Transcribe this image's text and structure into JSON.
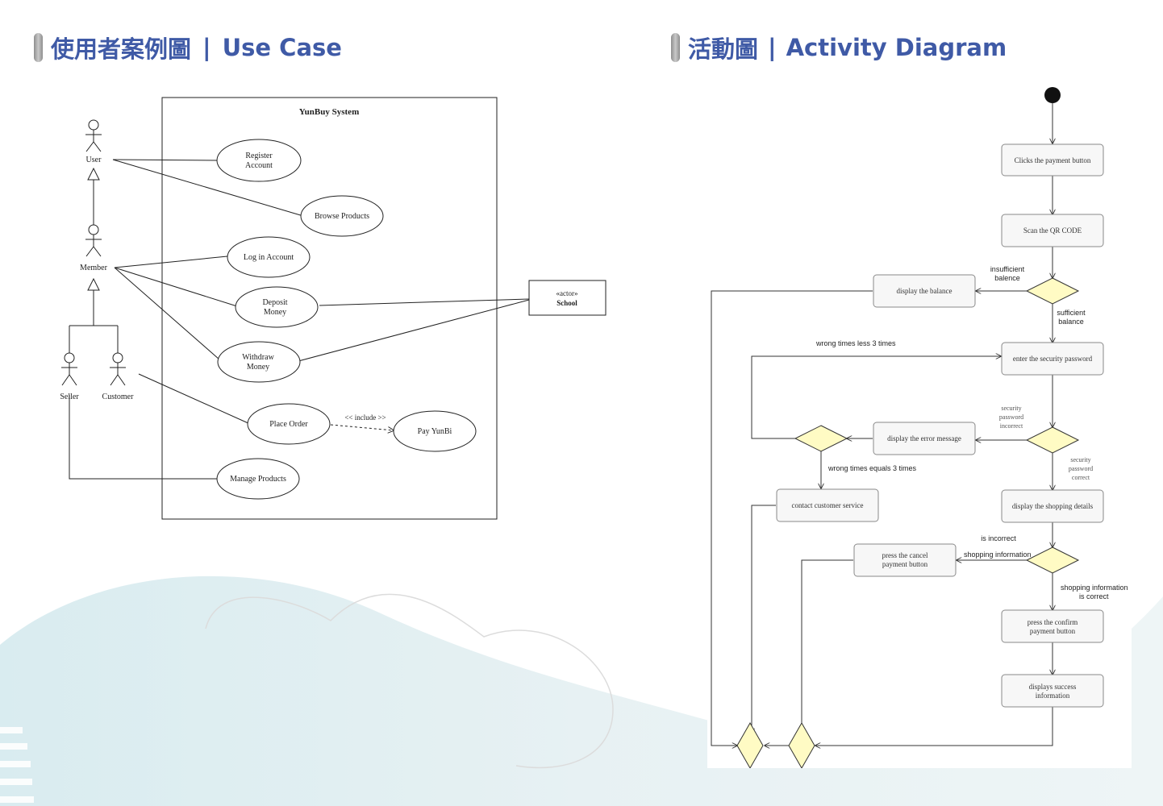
{
  "use_case": {
    "heading_cn": "使用者案例圖",
    "heading_sep": "|",
    "heading_en": "Use Case",
    "system_title": "YunBuy System",
    "actors": {
      "user": "User",
      "member": "Member",
      "seller": "Seller",
      "customer": "Customer",
      "school_stereotype": "«actor»",
      "school": "School"
    },
    "use_cases": {
      "register_l1": "Register",
      "register_l2": "Account",
      "browse": "Browse Products",
      "login": "Log in Account",
      "deposit_l1": "Deposit",
      "deposit_l2": "Money",
      "withdraw_l1": "Withdraw",
      "withdraw_l2": "Money",
      "place_order": "Place Order",
      "pay": "Pay YunBi",
      "manage": "Manage Products"
    },
    "include_label": "<< include >>"
  },
  "activity": {
    "heading_cn": "活動圖",
    "heading_sep": "|",
    "heading_en": "Activity Diagram",
    "nodes": {
      "clicks_payment": "Clicks the payment button",
      "scan_qr": "Scan the QR CODE",
      "display_balance": "display the balance",
      "enter_password": "enter the security password",
      "display_error": "display the error message",
      "contact_service": "contact customer service",
      "display_details": "display the shopping details",
      "cancel_l1": "press the cancel",
      "cancel_l2": "payment button",
      "confirm_l1": "press the confirm",
      "confirm_l2": "payment button",
      "success_l1": "displays success",
      "success_l2": "information"
    },
    "labels": {
      "insufficient_l1": "insufficient",
      "insufficient_l2": "balence",
      "sufficient_l1": "sufficient",
      "sufficient_l2": "balance",
      "wrong_less": "wrong times less 3 times",
      "wrong_equals": "wrong times equals 3 times",
      "pw_incorrect_l1": "security",
      "pw_incorrect_l2": "password",
      "pw_incorrect_l3": "incorrect",
      "pw_correct_l1": "security",
      "pw_correct_l2": "password",
      "pw_correct_l3": "correct",
      "shop_incorrect_l1": "shopping information",
      "shop_incorrect_l2": "is incorrect",
      "shop_correct_l1": "shopping information",
      "shop_correct_l2": "is correct"
    }
  },
  "colors": {
    "heading": "#3f5aa6",
    "decision_fill": "#fffbc4",
    "node_fill": "#f7f7f7"
  }
}
